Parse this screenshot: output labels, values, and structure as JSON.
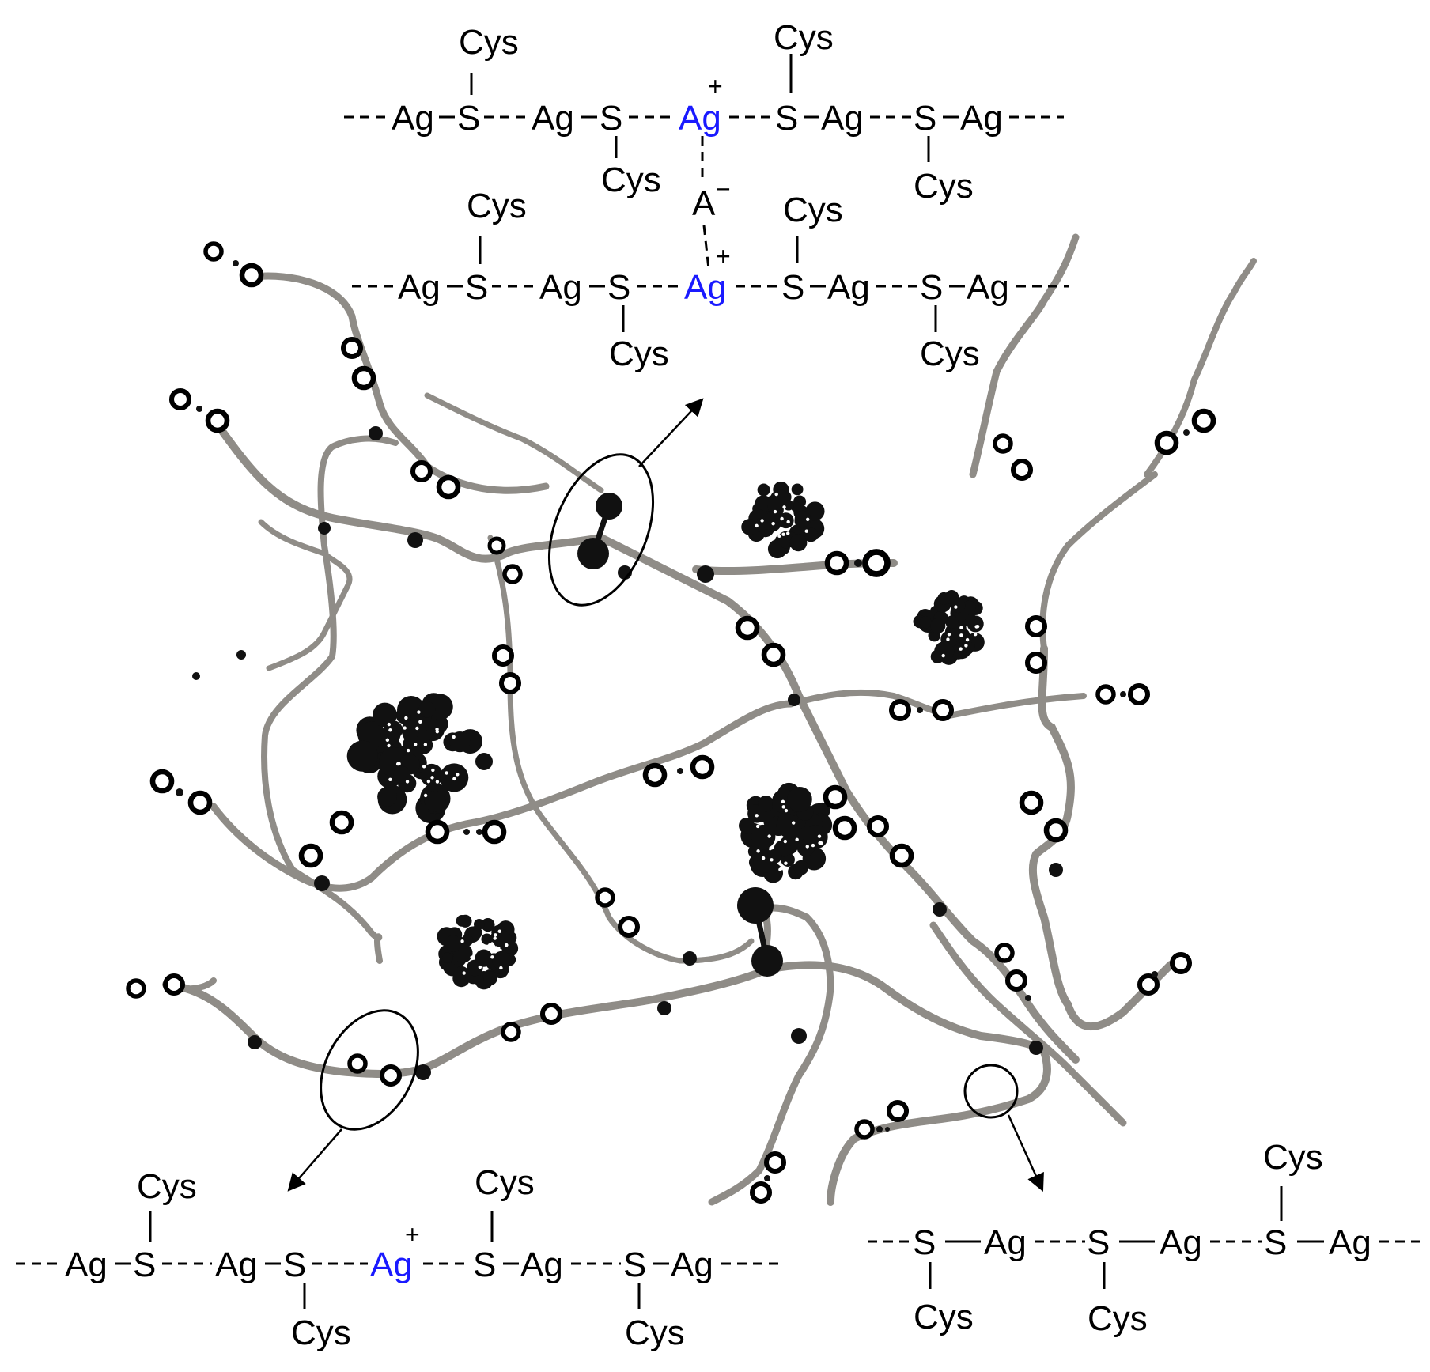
{
  "labels": {
    "ag": "Ag",
    "s": "S",
    "cys": "Cys",
    "anion": "A",
    "plus": "+",
    "minus": "−"
  },
  "colors": {
    "fiber": "#8f8c87",
    "silver_ion": "#1a1aff",
    "ink": "#000000",
    "cluster": "#111111"
  },
  "icons": {
    "fibers": "gray-polymer-strand",
    "rings": "silver-thiolate-ring",
    "dots": "silver-node-dot",
    "clusters": "silver-nanoparticle-cluster",
    "callouts": "zoom-ellipse",
    "arrows": "pointer-arrow"
  }
}
